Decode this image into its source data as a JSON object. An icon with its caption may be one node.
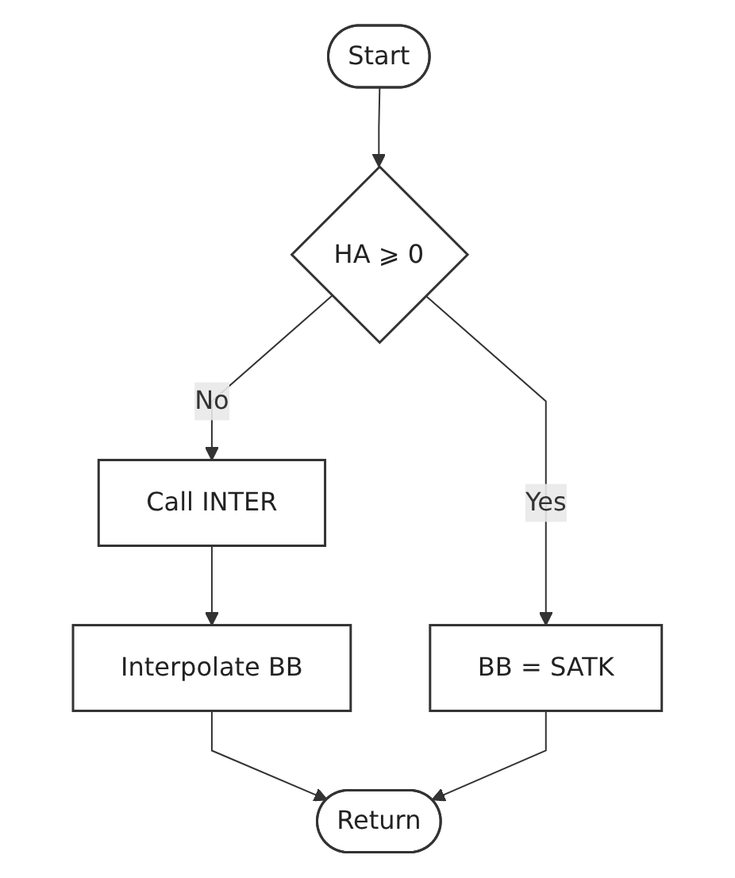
{
  "diagram": {
    "nodes": [
      {
        "text": [
          "Start"
        ]
      },
      {
        "text": [
          "HA ⩾ 0"
        ]
      },
      {
        "text": [
          "BB = SATK"
        ]
      },
      {
        "text": [
          "Call INTER"
        ]
      },
      {
        "text": [
          "Interpolate BB"
        ]
      },
      {
        "text": [
          "Return"
        ]
      }
    ],
    "edges": [
      {
        "from": 0,
        "to": 1,
        "arrow": "to"
      },
      {
        "from": 1,
        "to": 2,
        "arrow": "to",
        "label": "Yes"
      },
      {
        "from": 1,
        "to": 3,
        "arrow": "to",
        "label": "No"
      },
      {
        "from": 3,
        "to": 4,
        "arrow": "to"
      },
      {
        "from": 4,
        "to": 5,
        "arrow": "to"
      },
      {
        "from": 2,
        "to": 5,
        "arrow": "to"
      }
    ]
  }
}
